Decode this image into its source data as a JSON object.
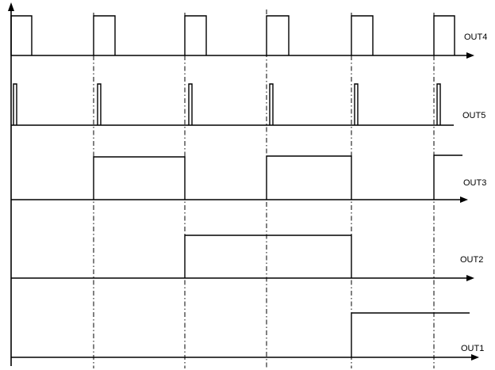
{
  "diagram": {
    "type": "timing-diagram",
    "signals": [
      {
        "label": "OUT4"
      },
      {
        "label": "OUT5"
      },
      {
        "label": "OUT3"
      },
      {
        "label": "OUT2"
      },
      {
        "label": "OUT1"
      }
    ]
  }
}
